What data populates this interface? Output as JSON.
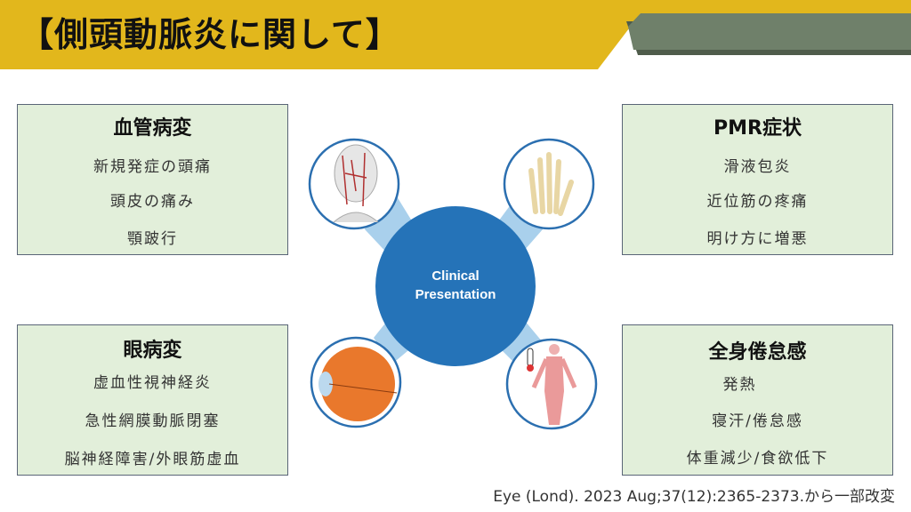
{
  "header": {
    "title": "【側頭動脈炎に関して】"
  },
  "colors": {
    "header_yellow": "#e2b71c",
    "header_olive": "#6f806a",
    "box_fill": "#e2efda",
    "center_blue": "#2573b8",
    "ray_blue": "#a9d0ec"
  },
  "center": {
    "line1": "Clinical",
    "line2": "Presentation"
  },
  "boxes": {
    "vascular": {
      "title": "血管病変",
      "items": [
        "新規発症の頭痛",
        "頭皮の痛み",
        "顎跛行"
      ]
    },
    "pmr": {
      "title": "PMR症状",
      "items": [
        "滑液包炎",
        "近位筋の疼痛",
        "明け方に増悪"
      ]
    },
    "ocular": {
      "title": "眼病変",
      "items": [
        "虚血性視神経炎",
        "急性網膜動脈閉塞",
        "脳神経障害/外眼筋虚血"
      ]
    },
    "systemic": {
      "title": "全身倦怠感",
      "items": [
        "発熱",
        "寝汗/倦怠感",
        "体重減少/食欲低下"
      ]
    }
  },
  "icons": [
    "head-arteries-icon",
    "hand-bones-icon",
    "eye-anatomy-icon",
    "body-thermometer-icon"
  ],
  "citation": "Eye (Lond). 2023 Aug;37(12):2365-2373.から一部改変"
}
